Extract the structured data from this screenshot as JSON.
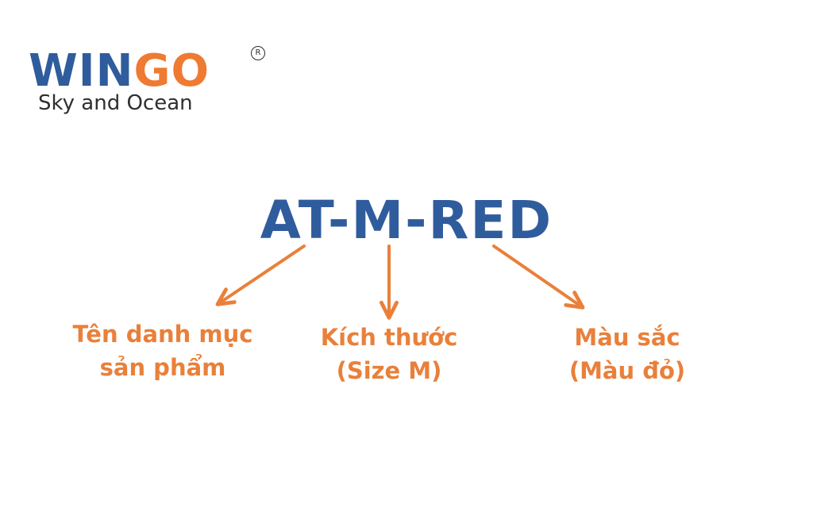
{
  "logo": {
    "brand_part1": "WIN",
    "brand_part2": "GO",
    "registered_mark": "R",
    "tagline": "Sky and Ocean",
    "colors": {
      "primary_blue": "#2f5c9c",
      "accent_orange": "#ef7a32"
    }
  },
  "code": {
    "text": "AT-M-RED",
    "color": "#2f5c9c"
  },
  "labels": [
    {
      "line1": "Tên danh mục",
      "line2": "sản phẩm"
    },
    {
      "line1": "Kích thước",
      "line2": "(Size M)"
    },
    {
      "line1": "Màu sắc",
      "line2": "(Màu đỏ)"
    }
  ],
  "arrow_color": "#e9803a"
}
